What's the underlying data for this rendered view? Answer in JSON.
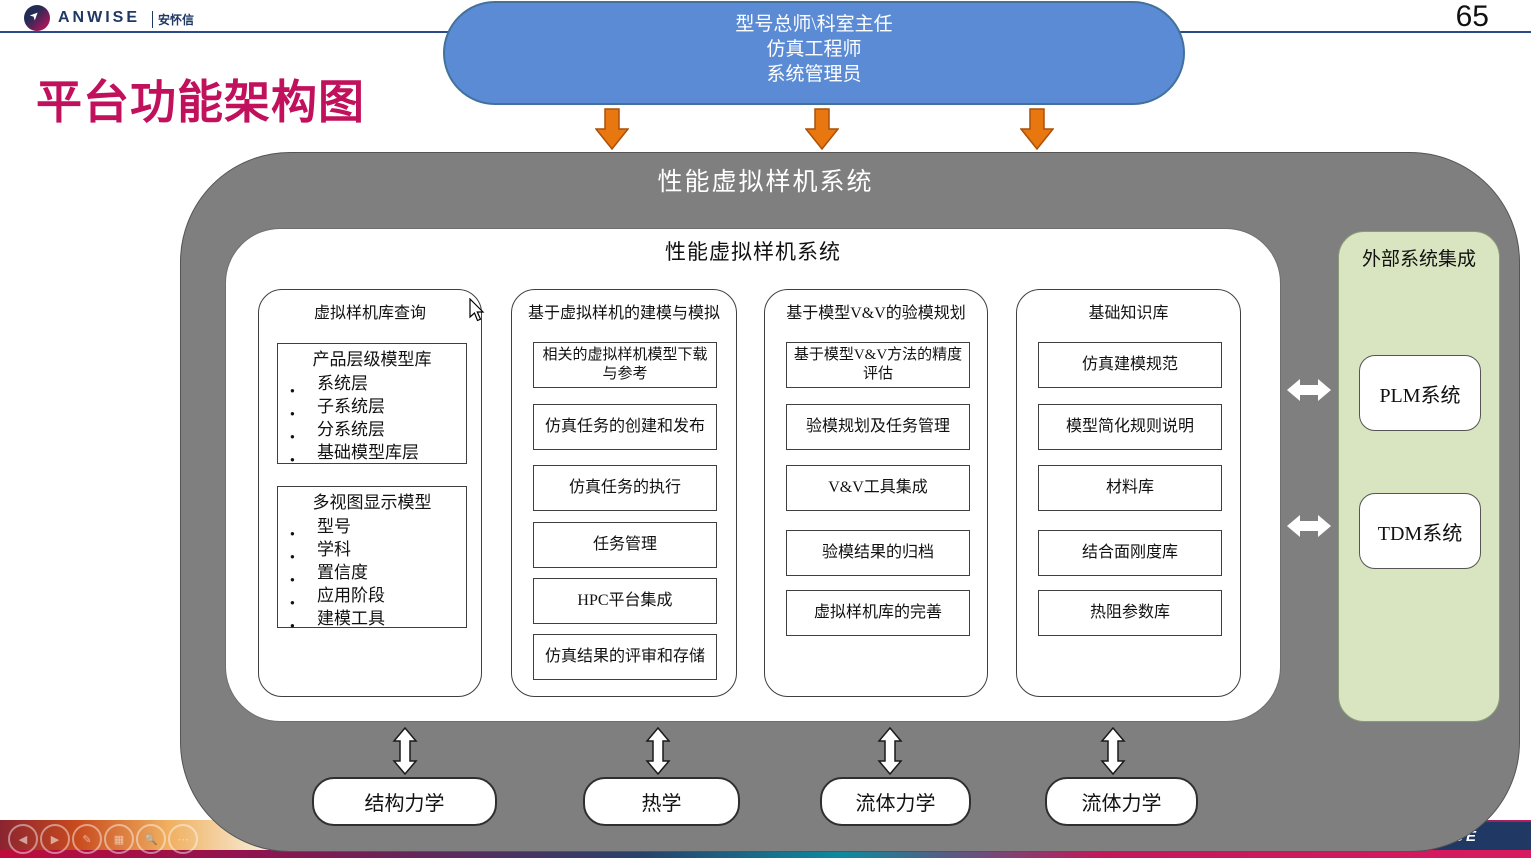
{
  "page": {
    "number": "65"
  },
  "header": {
    "logo_text": "ANWISE",
    "logo_cn": "安怀信",
    "title": "平台功能架构图"
  },
  "actors": {
    "lines": [
      "型号总师\\科室主任",
      "仿真工程师",
      "系统管理员"
    ]
  },
  "system": {
    "outer_title": "性能虚拟样机系统",
    "inner_title": "性能虚拟样机系统"
  },
  "columns": [
    {
      "title": "虚拟样机库查询",
      "groups": [
        {
          "title": "产品层级模型库",
          "bullets": [
            "系统层",
            "子系统层",
            "分系统层",
            "基础模型库层"
          ]
        },
        {
          "title": "多视图显示模型",
          "bullets": [
            "型号",
            "学科",
            "置信度",
            "应用阶段",
            "建模工具"
          ]
        }
      ]
    },
    {
      "title": "基于虚拟样机的建模与模拟",
      "boxes": [
        "相关的虚拟样机模型下载与参考",
        "仿真任务的创建和发布",
        "仿真任务的执行",
        "任务管理",
        "HPC平台集成",
        "仿真结果的评审和存储"
      ]
    },
    {
      "title": "基于模型V&V的验模规划",
      "boxes": [
        "基于模型V&V方法的精度评估",
        "验模规划及任务管理",
        "V&V工具集成",
        "验模结果的归档",
        "虚拟样机库的完善"
      ]
    },
    {
      "title": "基础知识库",
      "boxes": [
        "仿真建模规范",
        "模型简化规则说明",
        "材料库",
        "结合面刚度库",
        "热阻参数库"
      ]
    }
  ],
  "external": {
    "title": "外部系统集成",
    "systems": [
      "PLM系统",
      "TDM系统"
    ]
  },
  "disciplines": [
    "结构力学",
    "热学",
    "流体力学",
    "流体力学"
  ],
  "footer": {
    "logo_fragment": "SE"
  },
  "icons": {
    "logo_mark": "anwise-bird-icon",
    "flow": "orange-down-arrow-icon",
    "exchange_vertical": "white-double-vertical-arrow-icon",
    "exchange_horizontal": "white-double-horizontal-arrow-icon",
    "pointer": "mouse-cursor-icon",
    "controls": [
      "previous-icon",
      "next-icon",
      "pen-icon",
      "grid-icon",
      "zoom-icon",
      "more-icon"
    ]
  },
  "colors": {
    "accent_magenta": "#C1105C",
    "actor_blue": "#5B8BD5",
    "actor_border": "#41719C",
    "arrow_orange": "#E8770F",
    "arrow_orange_border": "#AC5008",
    "container_gray": "#7F7F7F",
    "panel_green": "#D9E5C1",
    "navy": "#1F3864",
    "header_line_blue": "#2C4A87"
  }
}
